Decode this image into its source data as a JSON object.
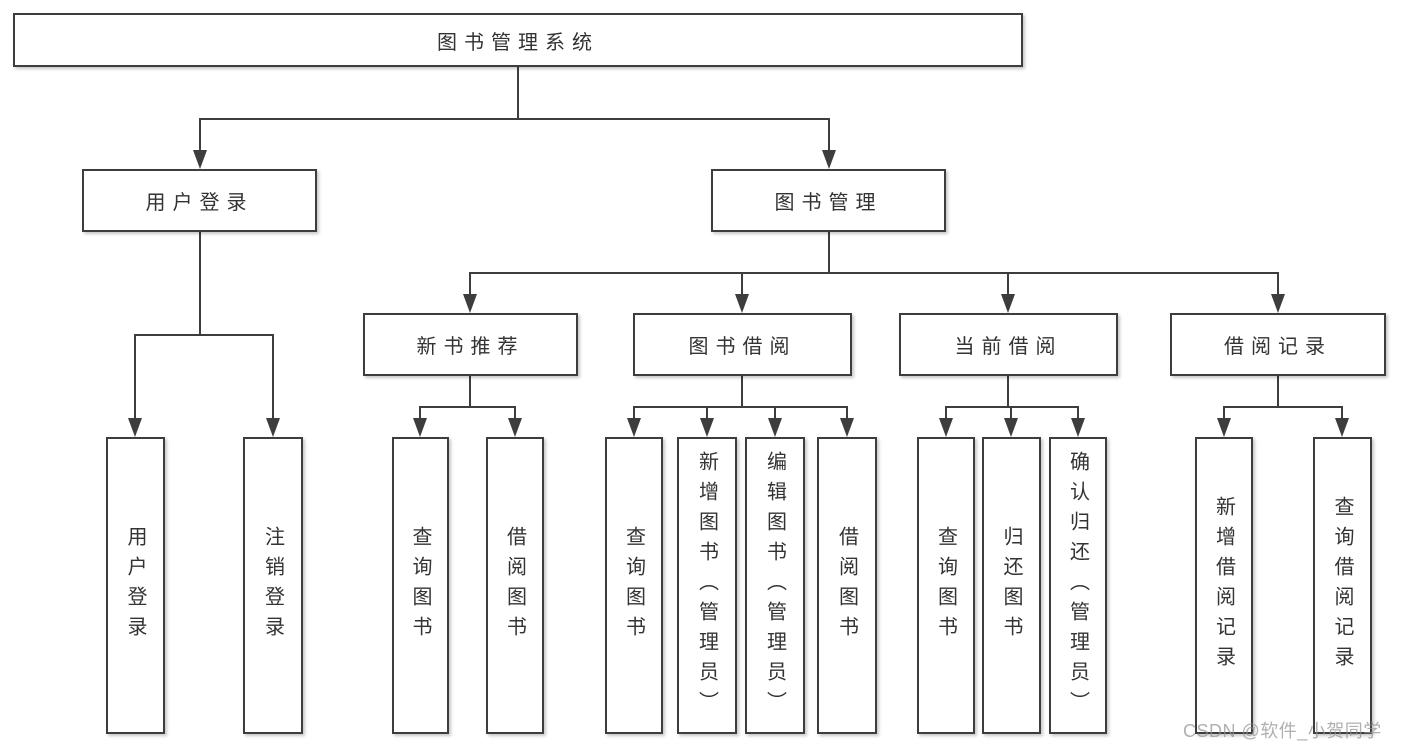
{
  "nodes": {
    "root": "图书管理系统",
    "l1": {
      "login": "用户登录",
      "manage": "图书管理"
    },
    "l2": {
      "recommend": "新书推荐",
      "borrow": "图书借阅",
      "current": "当前借阅",
      "records": "借阅记录"
    },
    "leaves": {
      "login": [
        "用户登录",
        "注销登录"
      ],
      "recommend": [
        "查询图书",
        "借阅图书"
      ],
      "borrow": [
        "查询图书",
        "新增图书（管理员）",
        "编辑图书（管理员）",
        "借阅图书"
      ],
      "current": [
        "查询图书",
        "归还图书",
        "确认归还（管理员）"
      ],
      "records": [
        "新增借阅记录",
        "查询借阅记录"
      ]
    }
  },
  "watermark": "CSDN @软件_小贺同学",
  "colors": {
    "line": "#3d3d3d",
    "text": "#333333",
    "background": "#ffffff",
    "watermark_gray": "#919191"
  }
}
